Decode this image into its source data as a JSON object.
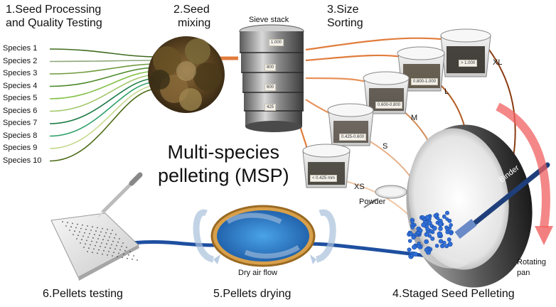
{
  "steps": {
    "s1": [
      "1.Seed Processing",
      "and Quality Testing"
    ],
    "s2": [
      "2.Seed",
      "mixing"
    ],
    "s3": [
      "3.Size",
      "Sorting"
    ],
    "s4": "4.Staged Seed Pelleting",
    "s5": "5.Pellets drying",
    "s6": "6.Pellets testing"
  },
  "species": [
    "Species 1",
    "Species 2",
    "Species 3",
    "Species 4",
    "Species 5",
    "Species 6",
    "Species 7",
    "Species 8",
    "Species 9",
    "Species 10"
  ],
  "species_colors": [
    "#3f6b1e",
    "#8fa87a",
    "#6e9a3c",
    "#4d8a2a",
    "#86c24a",
    "#a3c76a",
    "#1c7c45",
    "#2fa06a",
    "#c6d98f",
    "#4a6a14"
  ],
  "labels": {
    "sieve_stack": "Sieve stack",
    "title": [
      "Multi-species",
      "pelleting (MSP)"
    ],
    "powder": "Powder",
    "binder": "Binder",
    "rotating_pan": [
      "Rotating",
      "pan"
    ],
    "dry_air_flow": "Dry air flow"
  },
  "sizes": [
    {
      "code": "XL",
      "range": "> 1.000"
    },
    {
      "code": "L",
      "range": "0.800-1.000"
    },
    {
      "code": "M",
      "range": "0.600-0.800"
    },
    {
      "code": "S",
      "range": "0.425-0.600"
    },
    {
      "code": "XS",
      "range": "< 0.425 mm"
    }
  ],
  "sieve_marks": [
    "1.000",
    "800",
    "600",
    "425"
  ],
  "colors": {
    "sorting_lines": "#e07c3c",
    "pellet_blue": "#2f5fc8",
    "belt_blue": "#1e4fa0",
    "rotation_arrow": "#f06060",
    "dark_lines": "#8a3a10"
  }
}
